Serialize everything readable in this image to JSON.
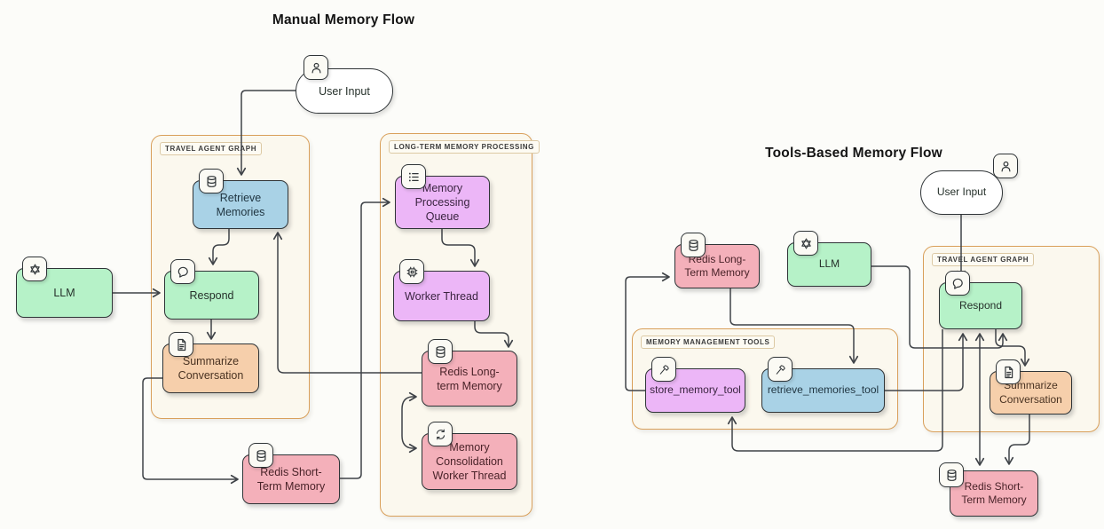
{
  "titles": {
    "left": "Manual Memory Flow",
    "right": "Tools-Based Memory Flow"
  },
  "left": {
    "user_input": "User Input",
    "llm": "LLM",
    "travel_agent_graph": {
      "label": "TRAVEL AGENT GRAPH",
      "retrieve": "Retrieve Memories",
      "respond": "Respond",
      "summarize": "Summarize Conversation"
    },
    "ltm_processing": {
      "label": "LONG-TERM MEMORY PROCESSING",
      "queue": "Memory Processing Queue",
      "worker": "Worker Thread",
      "redis_ltm": "Redis Long-term Memory",
      "consolidation": "Memory Consolidation Worker Thread"
    },
    "redis_stm": "Redis Short-Term Memory"
  },
  "right": {
    "user_input": "User Input",
    "llm": "LLM",
    "redis_ltm": "Redis Long-Term Memory",
    "travel_agent_graph": {
      "label": "TRAVEL AGENT GRAPH",
      "respond": "Respond",
      "summarize": "Summarize Conversation"
    },
    "memory_tools": {
      "label": "MEMORY MANAGEMENT TOOLS",
      "store": "store_memory_tool",
      "retrieve": "retrieve_memories_tool"
    },
    "redis_stm": "Redis Short-Term Memory"
  },
  "icons": {
    "user_input": "person-icon",
    "llm": "openai-icon",
    "memory_store": "database-icon",
    "respond": "chat-bubble-icon",
    "summarize": "document-icon",
    "queue": "list-icon",
    "worker": "cpu-icon",
    "consolidation": "refresh-icon",
    "tool": "hammer-icon"
  },
  "colors": {
    "llm_respond": "#b6f2c8",
    "retrieve": "#a9d2e6",
    "queue_worker_store": "#ecb6f7",
    "redis": "#f4b0ba",
    "summarize": "#f6cfab",
    "container_fill": "#fbf8ee",
    "container_border": "#d9a05b",
    "node_border": "#2f3437",
    "wire": "#3f4348",
    "background": "#fcfcf9"
  }
}
